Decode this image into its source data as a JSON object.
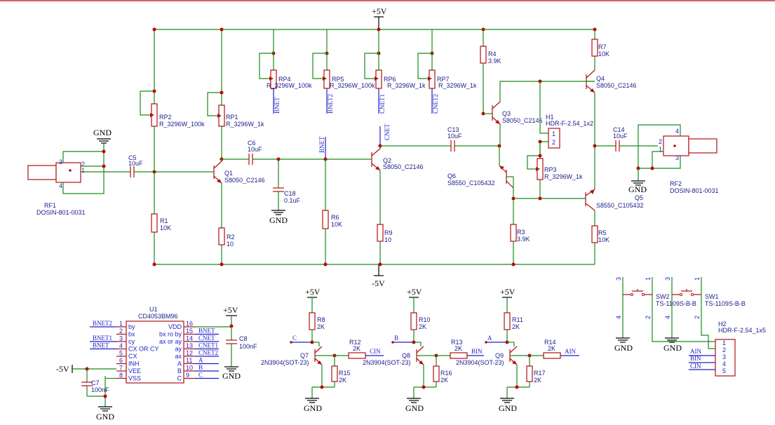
{
  "power": {
    "vcc": "+5V",
    "vee": "-5V",
    "neg5": "-5V",
    "gnd": "GND"
  },
  "connectors": {
    "rf1": {
      "ref": "RF1",
      "part": "DOSIN-801-0031",
      "pins": [
        "3",
        "2",
        "1",
        "4"
      ]
    },
    "rf2": {
      "ref": "RF2",
      "part": "DOSIN-801-0031",
      "pins": [
        "4",
        "2",
        "1",
        "3"
      ]
    },
    "h1": {
      "ref": "H1",
      "part": "HDR-F-2.54_1x2",
      "pins": [
        "1",
        "2"
      ]
    },
    "h2": {
      "ref": "H2",
      "part": "HDR-F-2.54_1x5",
      "pins": [
        "1",
        "2",
        "3",
        "4",
        "5"
      ],
      "nets": [
        "AIN",
        "BIN",
        "CIN"
      ]
    }
  },
  "caps": [
    {
      "ref": "C5",
      "val": "10uF"
    },
    {
      "ref": "C6",
      "val": "10uF"
    },
    {
      "ref": "C18",
      "val": "0.1uF"
    },
    {
      "ref": "C13",
      "val": "10uF"
    },
    {
      "ref": "C14",
      "val": "10uF"
    },
    {
      "ref": "C7",
      "val": "100nF"
    },
    {
      "ref": "C8",
      "val": "100nF"
    }
  ],
  "resistors": [
    {
      "ref": "R1",
      "val": "10K"
    },
    {
      "ref": "R2",
      "val": "10"
    },
    {
      "ref": "R6",
      "val": "10K"
    },
    {
      "ref": "R9",
      "val": "10"
    },
    {
      "ref": "R4",
      "val": "3.9K"
    },
    {
      "ref": "R3",
      "val": "3.9K"
    },
    {
      "ref": "R7",
      "val": "10K"
    },
    {
      "ref": "R5",
      "val": "10K"
    },
    {
      "ref": "R8",
      "val": "2K"
    },
    {
      "ref": "R15",
      "val": "2K"
    },
    {
      "ref": "R12",
      "val": "2K"
    },
    {
      "ref": "R10",
      "val": "2K"
    },
    {
      "ref": "R16",
      "val": "2K"
    },
    {
      "ref": "R13",
      "val": "2K"
    },
    {
      "ref": "R11",
      "val": "2K"
    },
    {
      "ref": "R17",
      "val": "2K"
    },
    {
      "ref": "R14",
      "val": "2K"
    }
  ],
  "pots": [
    {
      "ref": "RP2",
      "val": "R_3296W_100k"
    },
    {
      "ref": "RP1",
      "val": "R_3296W_1k"
    },
    {
      "ref": "RP4",
      "val": "R_3296W_100k",
      "net": "BNET"
    },
    {
      "ref": "RP5",
      "val": "R_3296W_100k",
      "net": "BNET2"
    },
    {
      "ref": "RP6",
      "val": "R_3296W_1k",
      "net": "CNET1"
    },
    {
      "ref": "RP7",
      "val": "R_3296W_1k",
      "net": "CNET2"
    },
    {
      "ref": "RP3",
      "val": "R_3296W_1k"
    }
  ],
  "transistors": [
    {
      "ref": "Q1",
      "val": "S8050_C2146"
    },
    {
      "ref": "Q2",
      "val": "S8050_C2146"
    },
    {
      "ref": "Q3",
      "val": "S8050_C2146"
    },
    {
      "ref": "Q4",
      "val": "S8050_C2146"
    },
    {
      "ref": "Q5",
      "val": "S8550_C105432"
    },
    {
      "ref": "Q6",
      "val": "S8550_C105432"
    },
    {
      "ref": "Q7",
      "val": "2N3904(SOT-23)"
    },
    {
      "ref": "Q8",
      "val": "2N3904(SOT-23)"
    },
    {
      "ref": "Q9",
      "val": "2N3904(SOT-23)"
    }
  ],
  "net_labels": {
    "bnet": "BNET",
    "cnet": "CNET",
    "a": "A",
    "b": "B",
    "c": "C",
    "ain": "AIN",
    "bin": "BIN",
    "cin": "CIN"
  },
  "switches": [
    {
      "ref": "SW2",
      "val": "TS-1109S-B-B",
      "pins": [
        "3",
        "1",
        "4",
        "2"
      ]
    },
    {
      "ref": "SW1",
      "val": "TS-1109S-B-B",
      "pins": [
        "3",
        "1",
        "4",
        "2"
      ]
    }
  ],
  "ic": {
    "ref": "U1",
    "part": "CD4053BM96",
    "left": [
      {
        "pin": "1",
        "name": "by",
        "net": "BNET2"
      },
      {
        "pin": "2",
        "name": "bx",
        "net": ""
      },
      {
        "pin": "3",
        "name": "cy",
        "net": "BNET1"
      },
      {
        "pin": "4",
        "name": "CX OR CY",
        "net": "BNET"
      },
      {
        "pin": "5",
        "name": "CX",
        "net": ""
      },
      {
        "pin": "6",
        "name": "INH",
        "net": ""
      },
      {
        "pin": "7",
        "name": "VEE",
        "net": ""
      },
      {
        "pin": "8",
        "name": "VSS",
        "net": ""
      }
    ],
    "right": [
      {
        "pin": "16",
        "name": "VDD",
        "net": ""
      },
      {
        "pin": "15",
        "name": "bx ro by",
        "net": "BNET"
      },
      {
        "pin": "14",
        "name": "ax or ay",
        "net": "CNET"
      },
      {
        "pin": "13",
        "name": "ay",
        "net": "CNET1"
      },
      {
        "pin": "12",
        "name": "ax",
        "net": "CNET2"
      },
      {
        "pin": "11",
        "name": "A",
        "net": "A"
      },
      {
        "pin": "10",
        "name": "B",
        "net": "B"
      },
      {
        "pin": "9",
        "name": "C",
        "net": "C"
      }
    ]
  }
}
